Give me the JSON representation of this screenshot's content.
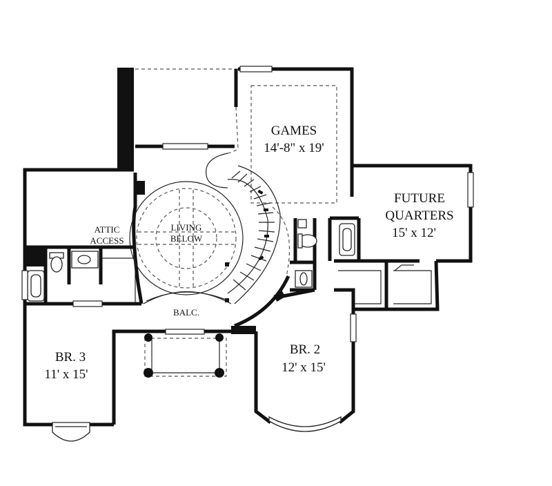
{
  "rooms": {
    "games": {
      "name": "GAMES",
      "size": "14'-8\" x 19'"
    },
    "future_quarters": {
      "name_line1": "FUTURE",
      "name_line2": "QUARTERS",
      "size": "15' x 12'"
    },
    "attic": {
      "line1": "ATTIC",
      "line2": "ACCESS"
    },
    "living": {
      "line1": "LIVING",
      "line2": "BELOW"
    },
    "balcony": {
      "name": "BALC."
    },
    "br3": {
      "name": "BR. 3",
      "size": "11' x 15'"
    },
    "br2": {
      "name": "BR. 2",
      "size": "12' x 15'"
    }
  }
}
